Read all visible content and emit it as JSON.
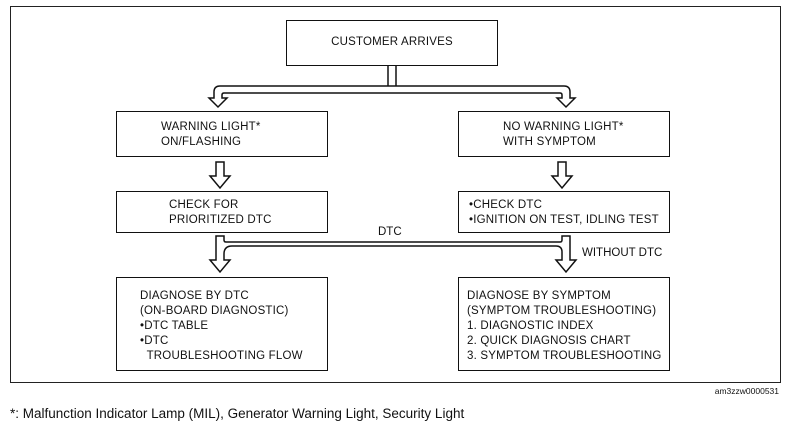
{
  "boxes": {
    "customer": [
      "CUSTOMER ARRIVES"
    ],
    "warning": [
      "WARNING LIGHT*",
      "ON/FLASHING"
    ],
    "no_warning": [
      "NO WARNING LIGHT*",
      "WITH SYMPTOM"
    ],
    "check_prioritized": [
      "CHECK FOR",
      "PRIORITIZED DTC"
    ],
    "check_dtc": [
      "•CHECK DTC",
      "•IGNITION ON TEST, IDLING TEST"
    ],
    "diagnose_dtc": [
      "DIAGNOSE BY DTC",
      "(ON-BOARD DIAGNOSTIC)",
      "•DTC TABLE",
      "•DTC",
      "  TROUBLESHOOTING FLOW"
    ],
    "diagnose_symptom": [
      "DIAGNOSE BY SYMPTOM",
      "(SYMPTOM TROUBLESHOOTING)",
      "1. DIAGNOSTIC INDEX",
      "2. QUICK DIAGNOSIS CHART",
      "3. SYMPTOM TROUBLESHOOTING"
    ]
  },
  "labels": {
    "dtc": "DTC",
    "without_dtc": "WITHOUT DTC"
  },
  "figure_code": "am3zzw0000531",
  "footnote": "*: Malfunction Indicator Lamp (MIL), Generator Warning Light, Security Light"
}
